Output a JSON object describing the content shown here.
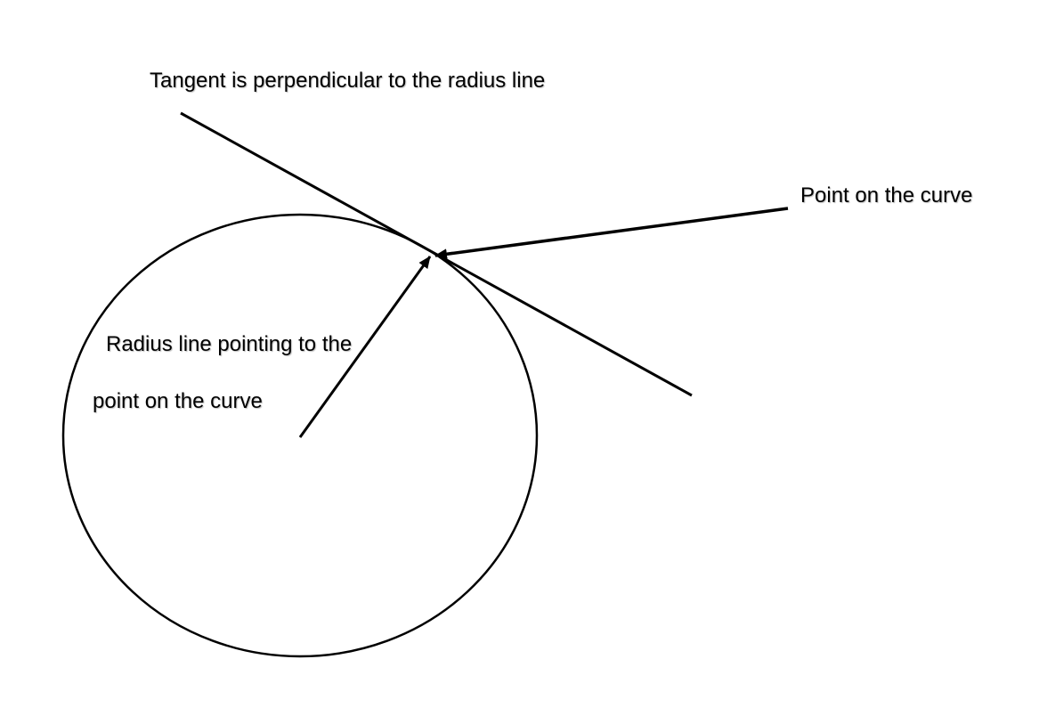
{
  "labels": {
    "tangent": "Tangent is perpendicular to the radius line",
    "point": "Point on the curve",
    "radius_line1": "Radius line pointing to the",
    "radius_line2": "point on the curve"
  },
  "colors": {
    "stroke": "#000000",
    "background": "#ffffff"
  }
}
